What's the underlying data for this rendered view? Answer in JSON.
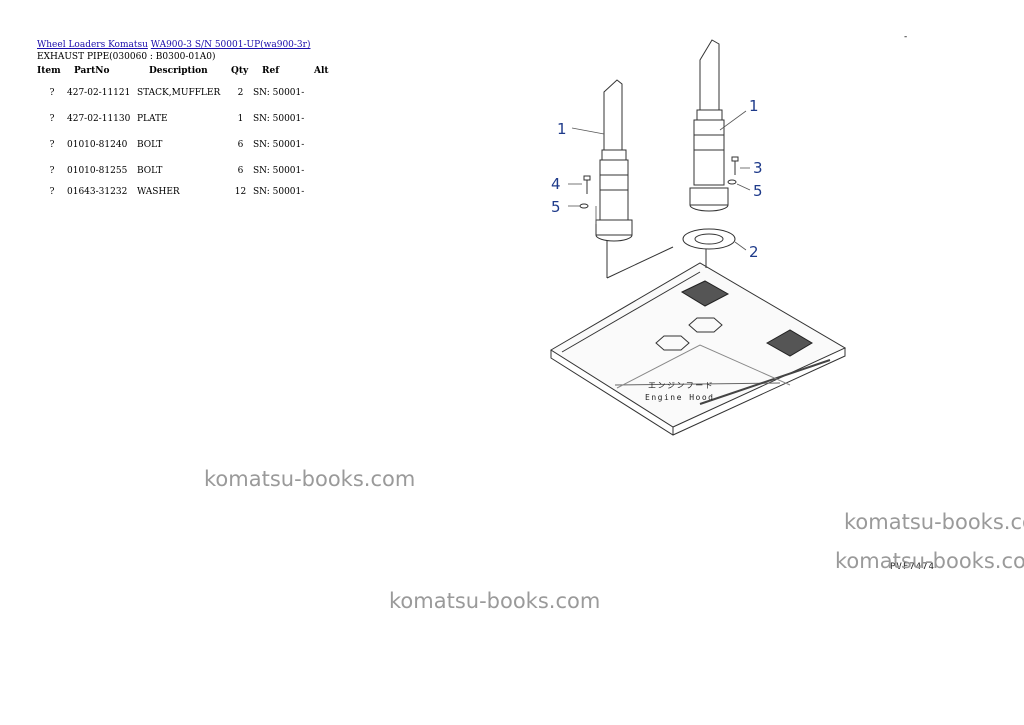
{
  "breadcrumb": {
    "link1": "Wheel Loaders Komatsu",
    "link2": "WA900-3 S/N 50001-UP(wa900-3r)"
  },
  "subtitle": "EXHAUST PIPE(030060 : B0300-01A0)",
  "table": {
    "headers": [
      "Item",
      "PartNo",
      "Description",
      "Qty",
      "Ref",
      "Alt"
    ],
    "rows": [
      {
        "item": "?",
        "part": "427-02-11121",
        "desc": "STACK,MUFFLER",
        "qty": "2",
        "ref": "SN: 50001-",
        "alt": ""
      },
      {
        "item": "?",
        "part": "427-02-11130",
        "desc": "PLATE",
        "qty": "1",
        "ref": "SN: 50001-",
        "alt": ""
      },
      {
        "item": "?",
        "part": "01010-81240",
        "desc": "BOLT",
        "qty": "6",
        "ref": "SN: 50001-",
        "alt": ""
      },
      {
        "item": "?",
        "part": "01010-81255",
        "desc": "BOLT",
        "qty": "6",
        "ref": "SN: 50001-",
        "alt": ""
      },
      {
        "item": "?",
        "part": "01643-31232",
        "desc": "WASHER",
        "qty": "12",
        "ref": "SN: 50001-",
        "alt": ""
      }
    ]
  },
  "diagram": {
    "callouts": [
      "1",
      "1",
      "3",
      "4",
      "5",
      "5",
      "2"
    ],
    "hood_jp": "エンジンフード",
    "hood_en": "Engine Hood",
    "figure_code": "PVF7474"
  },
  "watermarks": [
    "komatsu-books.com",
    "komatsu-books.com",
    "komatsu-books.com",
    "komatsu-books.com"
  ],
  "dash": "-",
  "colors": {
    "link": "#1a0dab",
    "callout": "#1e3a8a",
    "watermark": "#9a9a9a"
  }
}
